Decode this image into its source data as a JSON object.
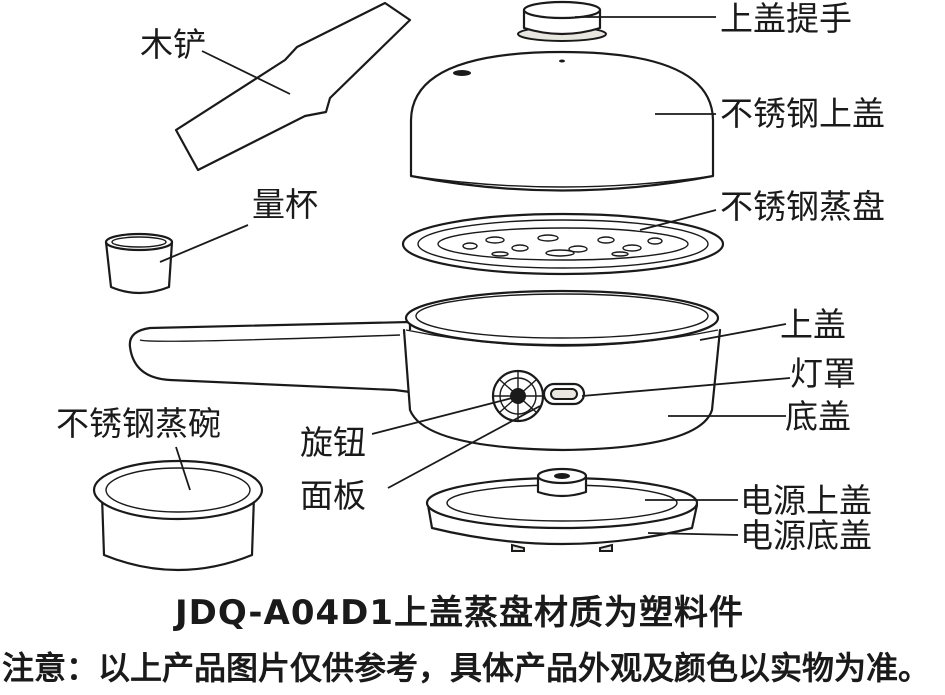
{
  "labels": {
    "wooden_spatula": "木铲",
    "measuring_cup": "量杯",
    "steel_bowl": "不锈钢蒸碗",
    "lid_handle": "上盖提手",
    "steel_lid": "不锈钢上盖",
    "steel_tray": "不锈钢蒸盘",
    "top_cover": "上盖",
    "lamp_cover": "灯罩",
    "bottom_cover": "底盖",
    "knob": "旋钮",
    "panel": "面板",
    "power_top": "电源上盖",
    "power_bottom": "电源底盖"
  },
  "notes": {
    "model_material": "JDQ-A04D1上盖蒸盘材质为塑料件",
    "disclaimer": "注意：以上产品图片仅供参考，具体产品外观及颜色以实物为准。"
  }
}
